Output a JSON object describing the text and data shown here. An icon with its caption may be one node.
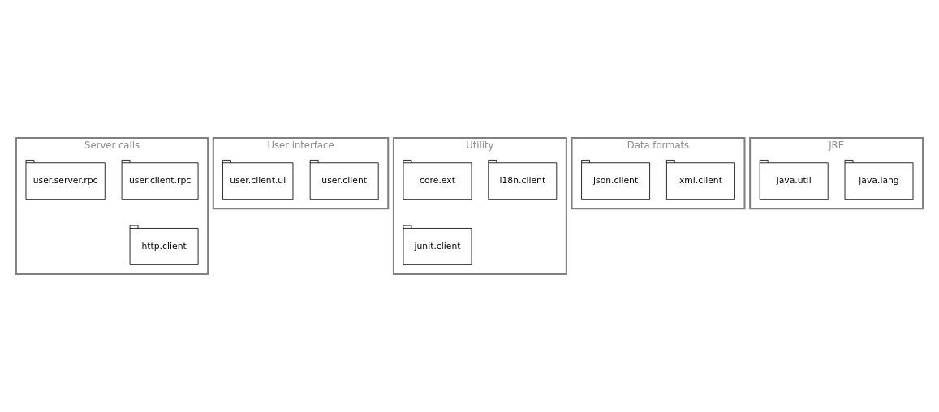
{
  "diagram": {
    "nodes": [
      {
        "text": [
          "User interface"
        ]
      },
      {
        "text": [
          "user.client"
        ],
        "in": 0
      },
      {
        "text": [
          "user.client.ui"
        ],
        "in": 0
      },
      {
        "text": [
          "Data formats"
        ]
      },
      {
        "text": [
          "xml.client"
        ],
        "in": 3
      },
      {
        "text": [
          "json.client"
        ],
        "in": 3
      },
      {
        "text": [
          "JRE"
        ]
      },
      {
        "text": [
          "java.lang"
        ],
        "in": 6
      },
      {
        "text": [
          "java.util"
        ],
        "in": 6
      },
      {
        "text": [
          "Server calls"
        ]
      },
      {
        "text": [
          "http.client"
        ],
        "in": 9
      },
      {
        "text": [
          "user.client.rpc"
        ],
        "in": 9
      },
      {
        "text": [
          "user.server.rpc"
        ],
        "in": 9
      },
      {
        "text": [
          "Utility"
        ]
      },
      {
        "text": [
          "junit.client"
        ],
        "in": 13
      },
      {
        "text": [
          "i18n.client"
        ],
        "in": 13
      },
      {
        "text": [
          "core.ext"
        ],
        "in": 13
      }
    ],
    "edges": []
  }
}
